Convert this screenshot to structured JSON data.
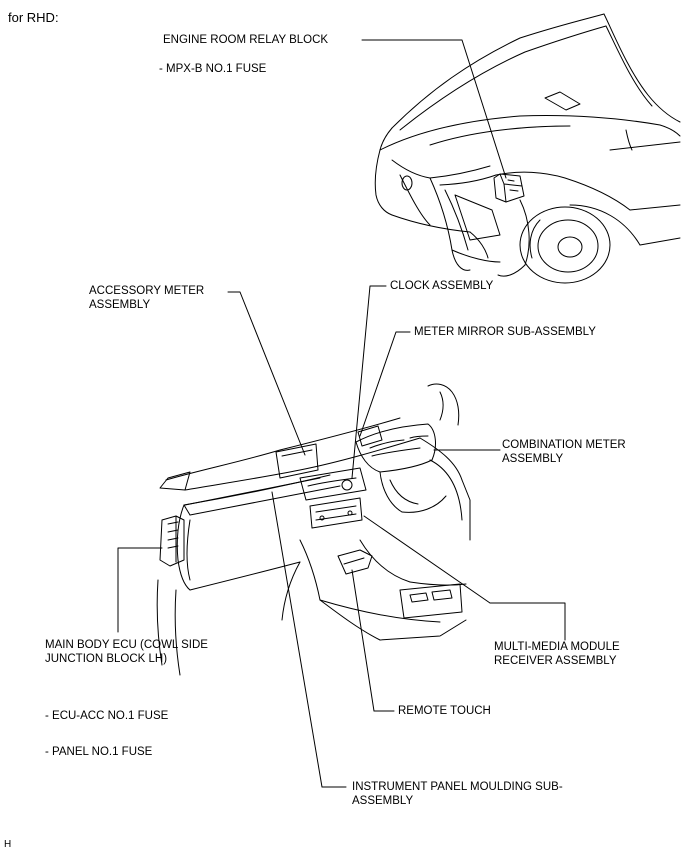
{
  "header": {
    "title": "for RHD:"
  },
  "labels": {
    "engine_room_relay_block": "ENGINE ROOM RELAY BLOCK",
    "mpx_b_fuse": "- MPX-B NO.1 FUSE",
    "accessory_meter": "ACCESSORY METER\nASSEMBLY",
    "clock_assembly": "CLOCK ASSEMBLY",
    "meter_mirror": "METER MIRROR SUB-ASSEMBLY",
    "combination_meter": "COMBINATION METER\nASSEMBLY",
    "main_body_ecu": "MAIN BODY ECU (COWL SIDE\nJUNCTION BLOCK LH)",
    "multi_media": "MULTI-MEDIA MODULE\nRECEIVER ASSEMBLY",
    "ecu_acc_fuse": "- ECU-ACC NO.1 FUSE",
    "panel_fuse": "- PANEL NO.1 FUSE",
    "remote_touch": "REMOTE TOUCH",
    "instrument_panel_moulding": "INSTRUMENT PANEL MOULDING SUB-\nASSEMBLY"
  },
  "footer": {
    "code": "H"
  },
  "colors": {
    "line": "#000000",
    "background": "#ffffff"
  }
}
